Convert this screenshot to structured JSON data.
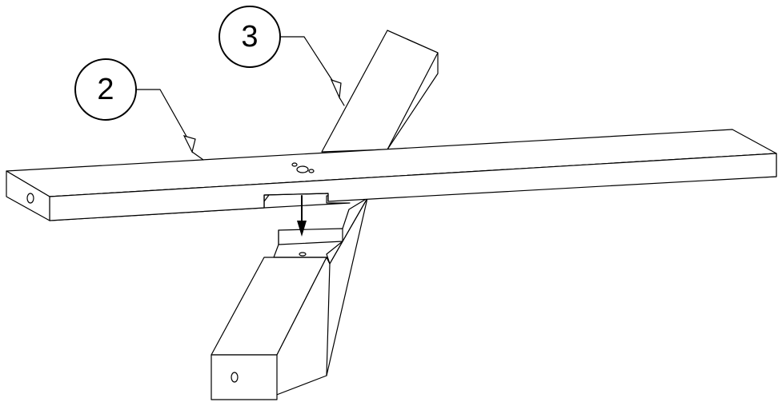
{
  "callouts": [
    {
      "id": "part-2",
      "label": "2"
    },
    {
      "id": "part-3",
      "label": "3"
    }
  ],
  "colors": {
    "stroke": "#000000",
    "background": "#ffffff"
  }
}
